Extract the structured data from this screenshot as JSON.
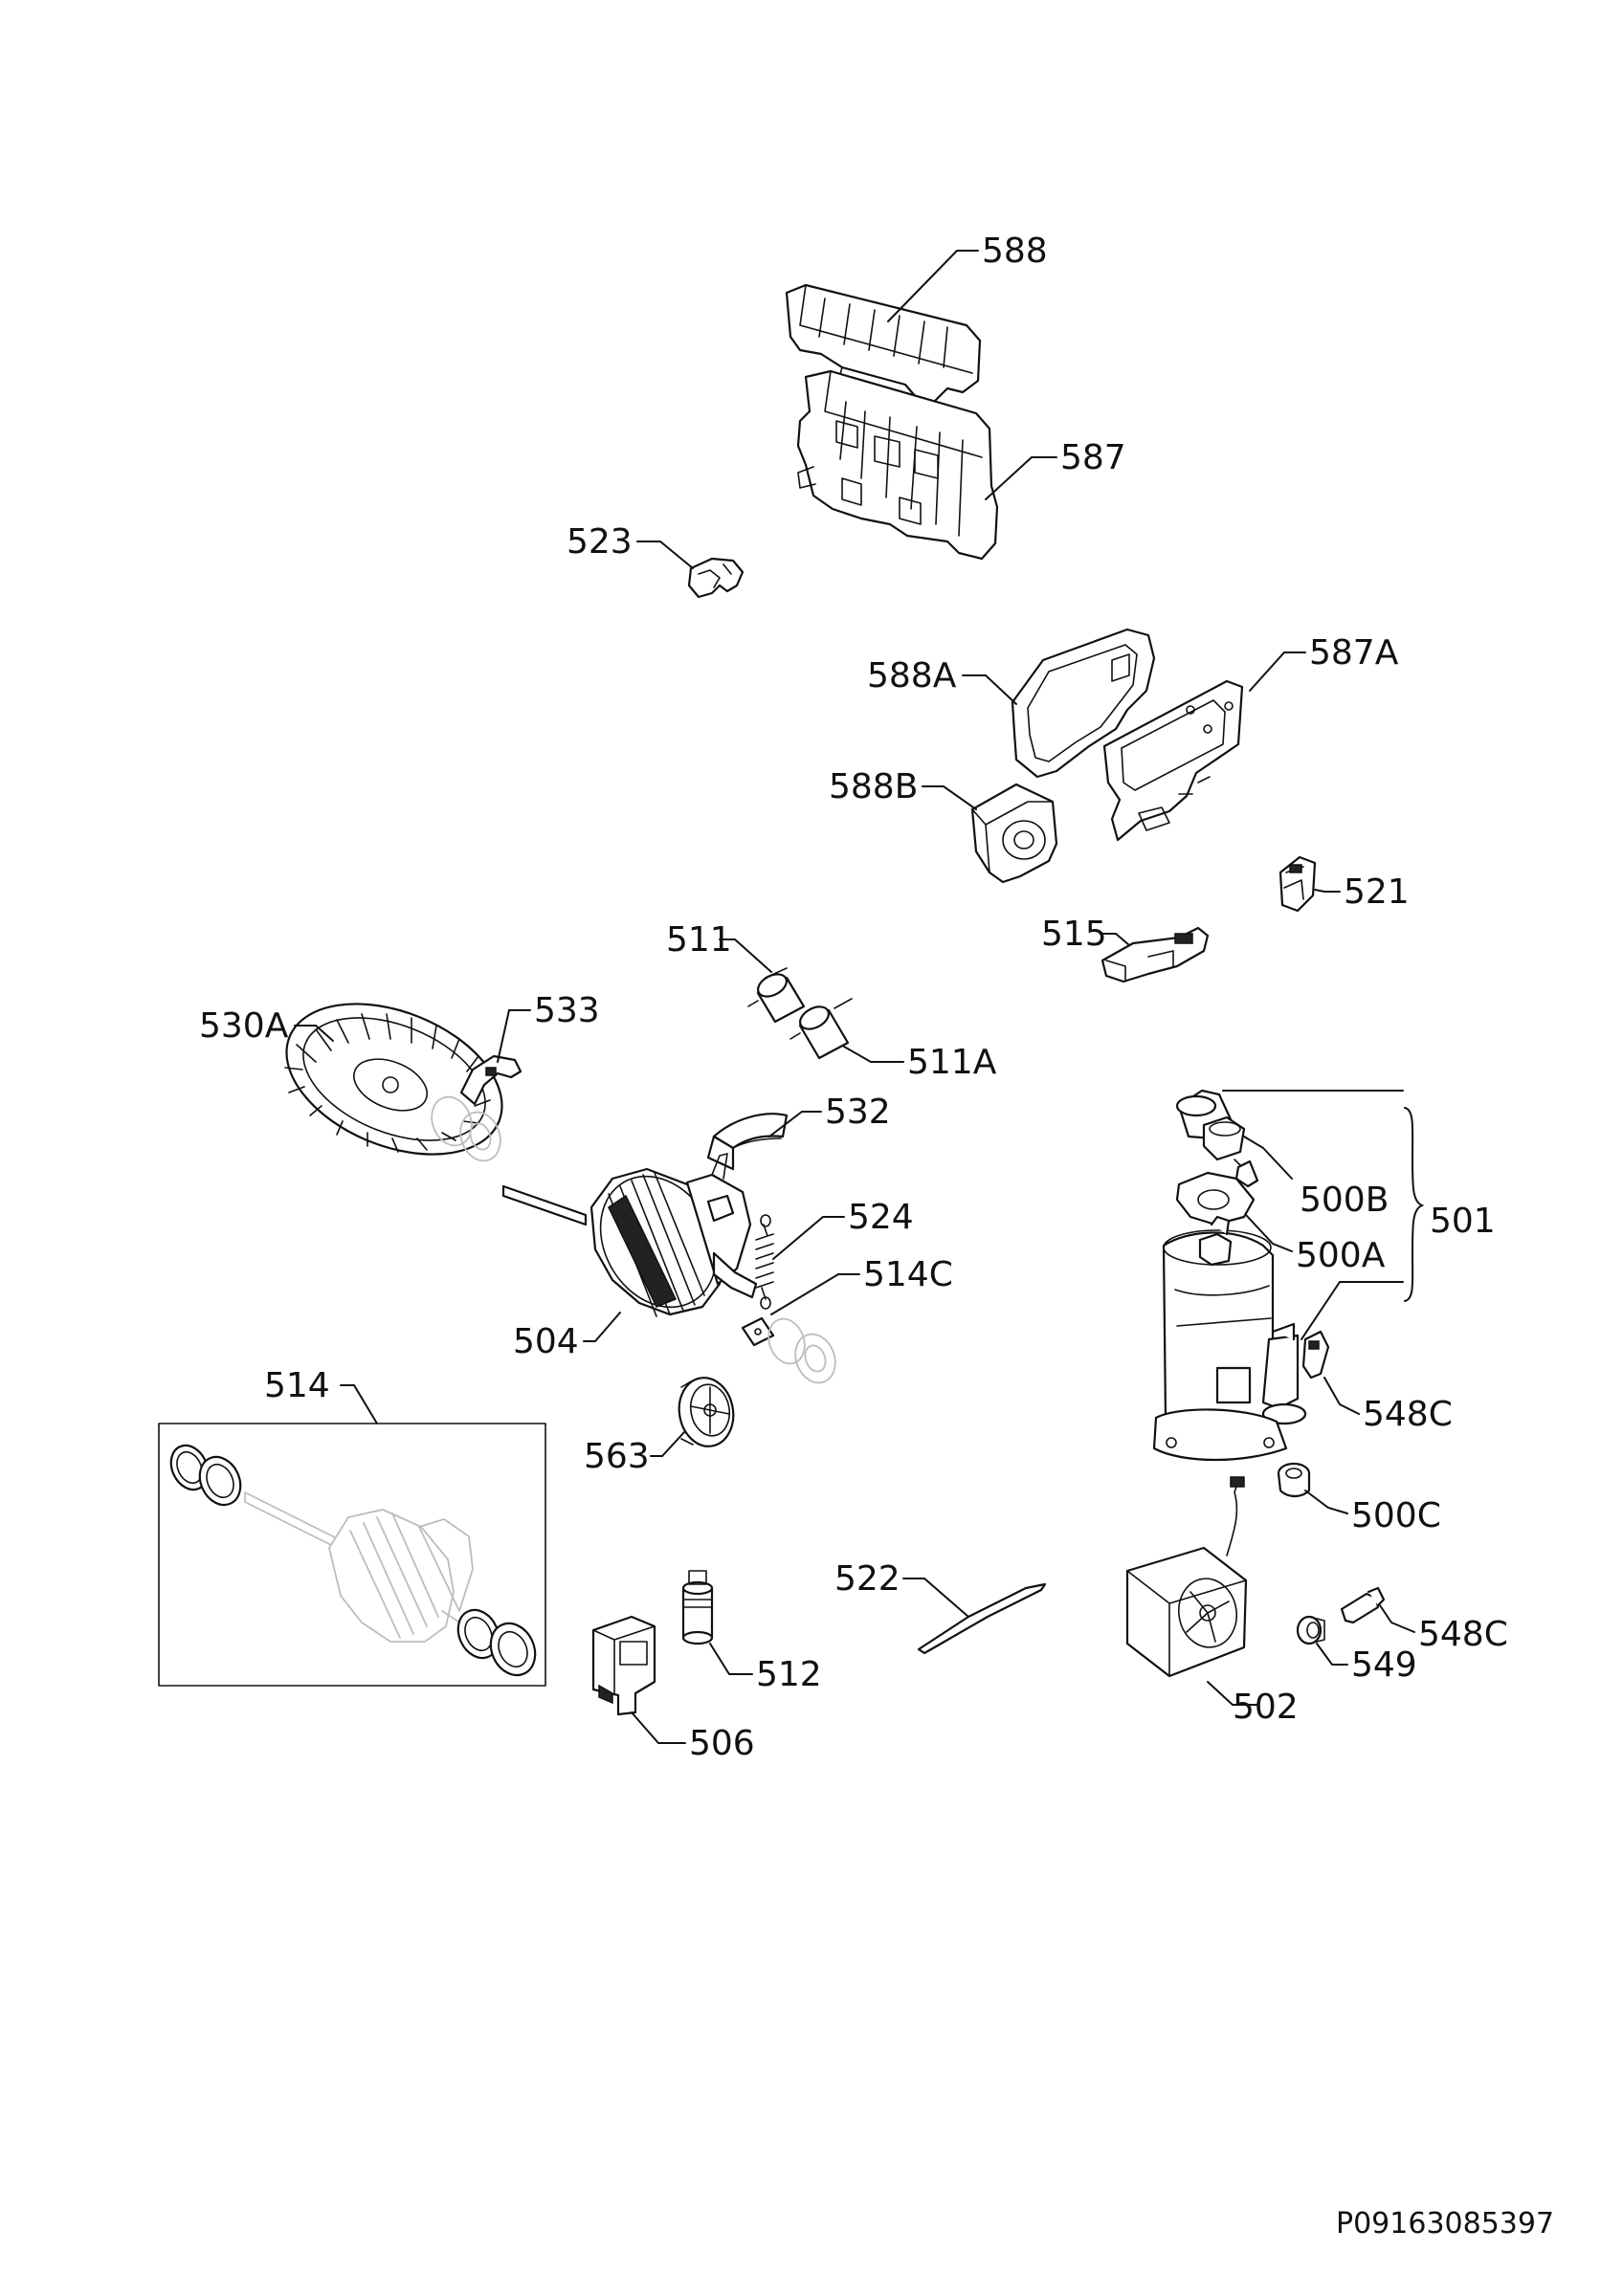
{
  "document_id": "P09163085397",
  "callouts": {
    "c588": "588",
    "c587": "587",
    "c523": "523",
    "c588A": "588A",
    "c587A": "587A",
    "c588B": "588B",
    "c521": "521",
    "c511": "511",
    "c515": "515",
    "c530A": "530A",
    "c533": "533",
    "c511A": "511A",
    "c532": "532",
    "c524": "524",
    "c514C": "514C",
    "c504": "504",
    "c514": "514",
    "c563": "563",
    "c522": "522",
    "c512": "512",
    "c506": "506",
    "c500B": "500B",
    "c501": "501",
    "c500A": "500A",
    "c548C_top": "548C",
    "c500C": "500C",
    "c548C_bottom": "548C",
    "c549": "549",
    "c502": "502"
  }
}
